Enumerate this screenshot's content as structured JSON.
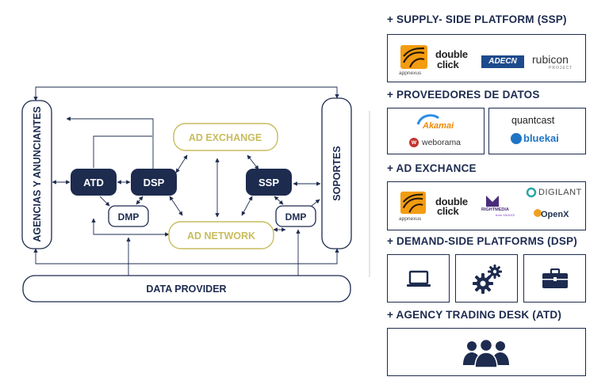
{
  "diagram": {
    "nodes": {
      "agencias": "AGENCIAS Y ANUNCIANTES",
      "soportes": "SOPORTES",
      "data_provider": "DATA PROVIDER",
      "ad_exchange": "AD EXCHANGE",
      "ad_network": "AD NETWORK",
      "atd": "ATD",
      "dsp": "DSP",
      "ssp": "SSP",
      "dmp_left": "DMP",
      "dmp_right": "DMP"
    },
    "colors": {
      "navy": "#1d2b4f",
      "gold": "#c9bc5e"
    }
  },
  "sections": [
    {
      "title": "+ SUPPLY- SIDE PLATFORM (SSP)"
    },
    {
      "title": "+ PROVEEDORES DE DATOS"
    },
    {
      "title": "+ AD EXCHANCE"
    },
    {
      "title": "+ DEMAND-SIDE PLATFORMS (DSP)"
    },
    {
      "title": "+ AGENCY TRADING DESK (ATD)"
    }
  ],
  "logos": {
    "appnexus": "appnexus",
    "doubleclick_1": "double",
    "doubleclick_2": "click",
    "adecn": "ADECN",
    "rubicon": "rubicon",
    "rubicon_sub": "PROJECT",
    "akamai": "Akamai",
    "weborama": "weborama",
    "quantcast": "quantcast",
    "bluekai": "bluekai",
    "digilant": "DIGILANT",
    "rightmedia": "RIGHTMEDIA",
    "rightmedia_sub": "from YAHOO!",
    "openx": "OpenX"
  },
  "icons": [
    "laptop-icon",
    "gears-icon",
    "briefcase-icon",
    "team-icon"
  ]
}
